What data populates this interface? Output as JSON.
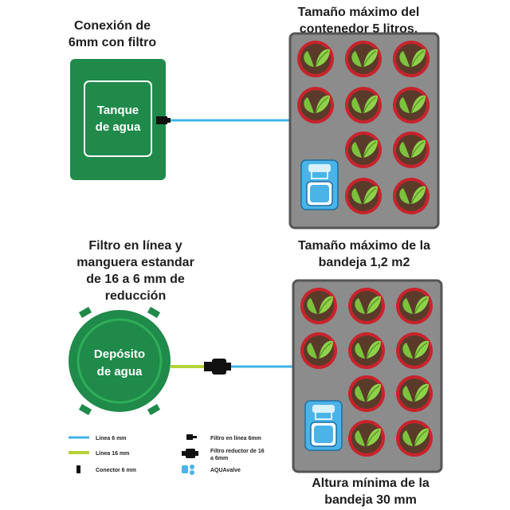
{
  "captions": {
    "top_left": [
      "Conexión de",
      "6mm con filtro"
    ],
    "top_right": [
      "Tamaño máximo del",
      "contenedor 5 litros."
    ],
    "mid_left": [
      "Filtro en línea y",
      "manguera estandar",
      "de 16 a 6 mm de",
      "reducción"
    ],
    "mid_right": [
      "Tamaño máximo de la",
      "bandeja 1,2 m2"
    ],
    "bottom_right": [
      "Altura mínima de la",
      "bandeja 30 mm"
    ]
  },
  "tank": {
    "line1": "Tanque",
    "line2": "de agua"
  },
  "reservoir": {
    "line1": "Depósito",
    "line2": "de agua"
  },
  "legend": {
    "line6": "Línea 6 mm",
    "line16": "Línea 16 mm",
    "connector": "Conector 6 mm",
    "inline_filter": "Filtro en línea 6mm",
    "reducer_filter_1": "Filtro reductor de 16",
    "reducer_filter_2": "a 6mm",
    "aquavalve": "AQUAvalve"
  },
  "colors": {
    "green_dark": "#1f8a4a",
    "green_light": "#2fae5a",
    "line6": "#3fb4e6",
    "line16": "#b5d334",
    "tray": "#8c8c8c",
    "tray_border": "#555555",
    "pot_ring": "#c8232c",
    "soil": "#5a3b2a",
    "leaf": "#7cc23d",
    "valve": "#4ab3e8"
  }
}
